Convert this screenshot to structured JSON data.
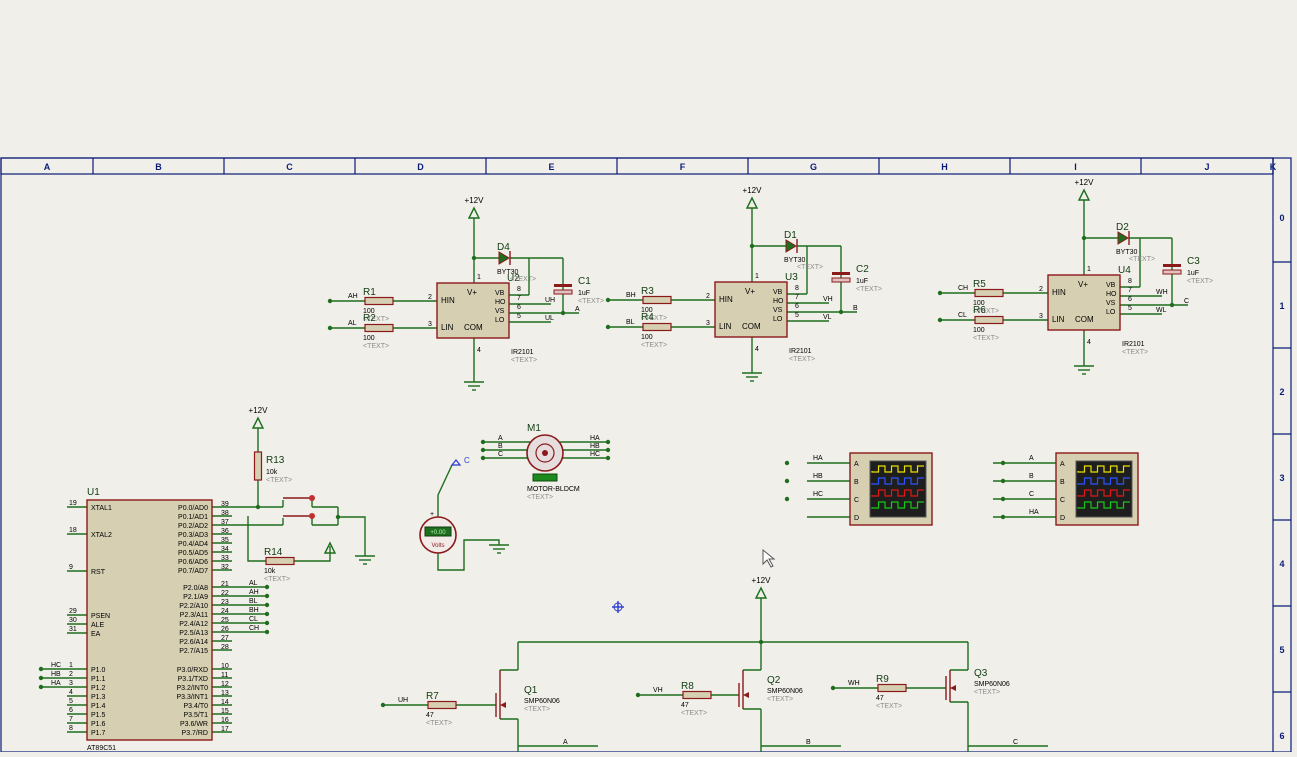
{
  "sheet": {
    "columns": [
      "A",
      "B",
      "C",
      "D",
      "E",
      "F",
      "G",
      "H",
      "I",
      "J",
      "K"
    ],
    "rows": [
      "0",
      "1",
      "2",
      "3",
      "4",
      "5",
      "6"
    ]
  },
  "supply": {
    "label": "+12V"
  },
  "placeholder": "<TEXT>",
  "drivers": [
    {
      "ref": "U2",
      "part": "IR2101",
      "pin_hin": "HIN",
      "pin_lin": "LIN",
      "pin_vplus": "V+",
      "pin_com": "COM",
      "pin_vb": "VB",
      "pin_ho": "HO",
      "pin_vs": "VS",
      "pin_lo": "LO",
      "num_vplus": "1",
      "num_hin": "2",
      "num_lin": "3",
      "num_com": "4",
      "num_lo": "5",
      "num_vs": "6",
      "num_ho": "7",
      "num_vb": "8",
      "in_h": "AH",
      "in_l": "AL",
      "out_h": "UH",
      "out_l": "UL",
      "phase": "A",
      "r_high": {
        "ref": "R1",
        "value": "100"
      },
      "r_low": {
        "ref": "R2",
        "value": "100"
      },
      "diode": {
        "ref": "D4",
        "part": "BYT30"
      },
      "cap": {
        "ref": "C1",
        "value": "1uF"
      }
    },
    {
      "ref": "U3",
      "part": "IR2101",
      "pin_hin": "HIN",
      "pin_lin": "LIN",
      "pin_vplus": "V+",
      "pin_com": "COM",
      "pin_vb": "VB",
      "pin_ho": "HO",
      "pin_vs": "VS",
      "pin_lo": "LO",
      "num_vplus": "1",
      "num_hin": "2",
      "num_lin": "3",
      "num_com": "4",
      "num_lo": "5",
      "num_vs": "6",
      "num_ho": "7",
      "num_vb": "8",
      "in_h": "BH",
      "in_l": "BL",
      "out_h": "VH",
      "out_l": "VL",
      "phase": "B",
      "r_high": {
        "ref": "R3",
        "value": "100"
      },
      "r_low": {
        "ref": "R4",
        "value": "100"
      },
      "diode": {
        "ref": "D1",
        "part": "BYT30"
      },
      "cap": {
        "ref": "C2",
        "value": "1uF"
      }
    },
    {
      "ref": "U4",
      "part": "IR2101",
      "pin_hin": "HIN",
      "pin_lin": "LIN",
      "pin_vplus": "V+",
      "pin_com": "COM",
      "pin_vb": "VB",
      "pin_ho": "HO",
      "pin_vs": "VS",
      "pin_lo": "LO",
      "num_vplus": "1",
      "num_hin": "2",
      "num_lin": "3",
      "num_com": "4",
      "num_lo": "5",
      "num_vs": "6",
      "num_ho": "7",
      "num_vb": "8",
      "in_h": "CH",
      "in_l": "CL",
      "out_h": "WH",
      "out_l": "WL",
      "phase": "C",
      "r_high": {
        "ref": "R5",
        "value": "100"
      },
      "r_low": {
        "ref": "R6",
        "value": "100"
      },
      "diode": {
        "ref": "D2",
        "part": "BYT30"
      },
      "cap": {
        "ref": "C3",
        "value": "1uF"
      }
    }
  ],
  "mcu": {
    "ref": "U1",
    "part": "AT89C51",
    "left_pins": [
      {
        "num": "19",
        "name": "XTAL1",
        "net": ""
      },
      {
        "num": "18",
        "name": "XTAL2",
        "net": ""
      },
      {
        "num": "9",
        "name": "RST",
        "net": ""
      },
      {
        "num": "29",
        "name": "PSEN",
        "net": ""
      },
      {
        "num": "30",
        "name": "ALE",
        "net": ""
      },
      {
        "num": "31",
        "name": "EA",
        "net": ""
      },
      {
        "num": "1",
        "name": "P1.0",
        "net": "HC"
      },
      {
        "num": "2",
        "name": "P1.1",
        "net": "HB"
      },
      {
        "num": "3",
        "name": "P1.2",
        "net": "HA"
      },
      {
        "num": "4",
        "name": "P1.3",
        "net": ""
      },
      {
        "num": "5",
        "name": "P1.4",
        "net": ""
      },
      {
        "num": "6",
        "name": "P1.5",
        "net": ""
      },
      {
        "num": "7",
        "name": "P1.6",
        "net": ""
      },
      {
        "num": "8",
        "name": "P1.7",
        "net": ""
      }
    ],
    "right_pins": [
      {
        "num": "39",
        "name": "P0.0/AD0",
        "net": ""
      },
      {
        "num": "38",
        "name": "P0.1/AD1",
        "net": ""
      },
      {
        "num": "37",
        "name": "P0.2/AD2",
        "net": ""
      },
      {
        "num": "36",
        "name": "P0.3/AD3",
        "net": ""
      },
      {
        "num": "35",
        "name": "P0.4/AD4",
        "net": ""
      },
      {
        "num": "34",
        "name": "P0.5/AD5",
        "net": ""
      },
      {
        "num": "33",
        "name": "P0.6/AD6",
        "net": ""
      },
      {
        "num": "32",
        "name": "P0.7/AD7",
        "net": ""
      },
      {
        "num": "21",
        "name": "P2.0/A8",
        "net": "AL"
      },
      {
        "num": "22",
        "name": "P2.1/A9",
        "net": "AH"
      },
      {
        "num": "23",
        "name": "P2.2/A10",
        "net": "BL"
      },
      {
        "num": "24",
        "name": "P2.3/A11",
        "net": "BH"
      },
      {
        "num": "25",
        "name": "P2.4/A12",
        "net": "CL"
      },
      {
        "num": "26",
        "name": "P2.5/A13",
        "net": "CH"
      },
      {
        "num": "27",
        "name": "P2.6/A14",
        "net": ""
      },
      {
        "num": "28",
        "name": "P2.7/A15",
        "net": ""
      },
      {
        "num": "10",
        "name": "P3.0/RXD",
        "net": ""
      },
      {
        "num": "11",
        "name": "P3.1/TXD",
        "net": ""
      },
      {
        "num": "12",
        "name": "P3.2/INT0",
        "net": ""
      },
      {
        "num": "13",
        "name": "P3.3/INT1",
        "net": ""
      },
      {
        "num": "14",
        "name": "P3.4/T0",
        "net": ""
      },
      {
        "num": "15",
        "name": "P3.5/T1",
        "net": ""
      },
      {
        "num": "16",
        "name": "P3.6/WR",
        "net": ""
      },
      {
        "num": "17",
        "name": "P3.7/RD",
        "net": ""
      }
    ]
  },
  "resistors": {
    "r13": {
      "ref": "R13",
      "value": "10k"
    },
    "r14": {
      "ref": "R14",
      "value": "10k"
    }
  },
  "motor": {
    "ref": "M1",
    "part": "MOTOR-BLDCM",
    "left": [
      "A",
      "B",
      "C"
    ],
    "right": [
      "HA",
      "HB",
      "HC"
    ]
  },
  "voltmeter": {
    "label": "Volts",
    "probe": "C",
    "reading": "+0.00"
  },
  "scopes": [
    {
      "channels": [
        "A",
        "B",
        "C",
        "D"
      ],
      "nets": [
        "HA",
        "HB",
        "HC",
        ""
      ]
    },
    {
      "channels": [
        "A",
        "B",
        "C",
        "D"
      ],
      "nets": [
        "A",
        "B",
        "C",
        "HA"
      ]
    }
  ],
  "mosfets": [
    {
      "ref": "Q1",
      "part": "SMP60N06",
      "r_ref": "R7",
      "r_value": "47",
      "gate_net": "UH",
      "drain_net": "A"
    },
    {
      "ref": "Q2",
      "part": "SMP60N06",
      "r_ref": "R8",
      "r_value": "47",
      "gate_net": "VH",
      "drain_net": "B"
    },
    {
      "ref": "Q3",
      "part": "SMP60N06",
      "r_ref": "R9",
      "r_value": "47",
      "gate_net": "WH",
      "drain_net": "C"
    }
  ],
  "colors": {
    "wire": "#1e6e1e",
    "part_outline": "#8b1a1a",
    "part_fill": "#d6cfb2",
    "frame": "#0a1c78",
    "label": "#000000",
    "ref_text": "#123b12",
    "hint_text": "#8c8c8c",
    "canvas": "#f1efe9",
    "scope_screen": "#1e1e1e",
    "trace_colors": [
      "#e8e000",
      "#2a54ff",
      "#e01818",
      "#18c818"
    ]
  }
}
